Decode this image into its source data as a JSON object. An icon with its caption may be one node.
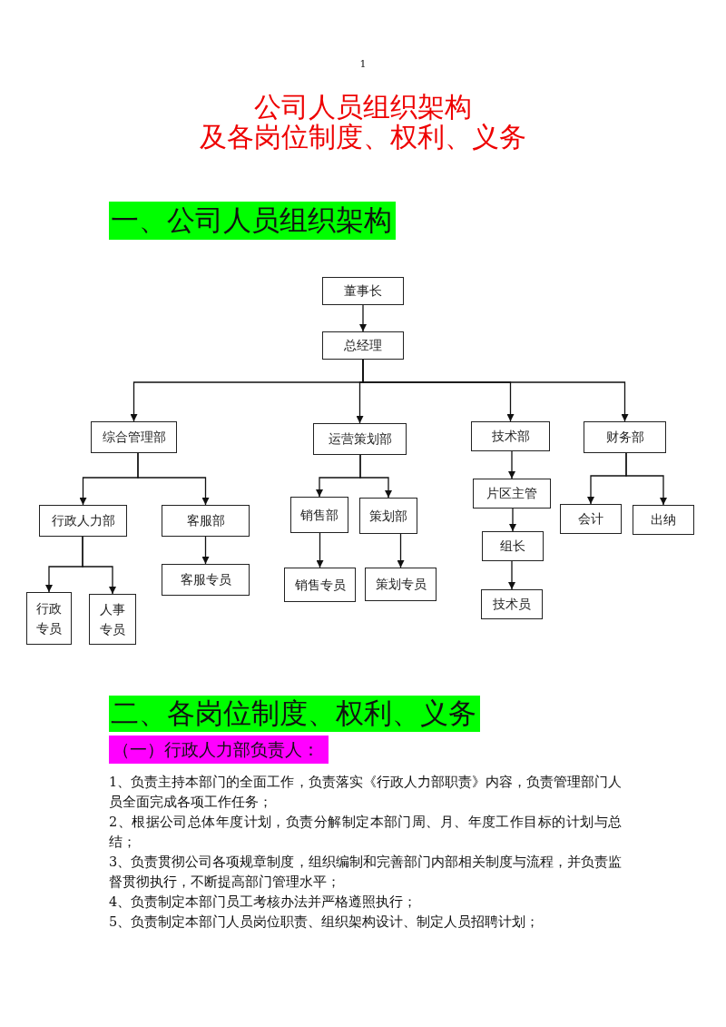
{
  "diagram": {
    "title": "公司人员组织架构",
    "nodes": [
      {
        "text": [
          "董事长"
        ]
      },
      {
        "text": [
          "总经理"
        ]
      },
      {
        "text": [
          "综合管理部"
        ]
      },
      {
        "text": [
          "运营策划部"
        ]
      },
      {
        "text": [
          "技术部"
        ]
      },
      {
        "text": [
          "财务部"
        ]
      },
      {
        "text": [
          "行政人力部"
        ]
      },
      {
        "text": [
          "客服部"
        ]
      },
      {
        "text": [
          "销售部"
        ]
      },
      {
        "text": [
          "策划部"
        ]
      },
      {
        "text": [
          "片区主管"
        ]
      },
      {
        "text": [
          "会计"
        ]
      },
      {
        "text": [
          "出纳"
        ]
      },
      {
        "text": [
          "客服专员"
        ]
      },
      {
        "text": [
          "销售专员"
        ]
      },
      {
        "text": [
          "策划专员"
        ]
      },
      {
        "text": [
          "组长"
        ]
      },
      {
        "text": [
          "行政专员"
        ]
      },
      {
        "text": [
          "人事专员"
        ]
      },
      {
        "text": [
          "技术员"
        ]
      }
    ],
    "edges": [
      {
        "from": 0,
        "to": 1,
        "arrow": "to"
      },
      {
        "from": 1,
        "to": 2,
        "arrow": "to"
      },
      {
        "from": 1,
        "to": 3,
        "arrow": "to"
      },
      {
        "from": 1,
        "to": 4,
        "arrow": "to"
      },
      {
        "from": 1,
        "to": 5,
        "arrow": "to"
      },
      {
        "from": 2,
        "to": 6,
        "arrow": "to"
      },
      {
        "from": 2,
        "to": 7,
        "arrow": "to"
      },
      {
        "from": 3,
        "to": 8,
        "arrow": "to"
      },
      {
        "from": 3,
        "to": 9,
        "arrow": "to"
      },
      {
        "from": 4,
        "to": 10,
        "arrow": "to"
      },
      {
        "from": 5,
        "to": 11,
        "arrow": "to"
      },
      {
        "from": 5,
        "to": 12,
        "arrow": "to"
      },
      {
        "from": 6,
        "to": 17,
        "arrow": "to"
      },
      {
        "from": 6,
        "to": 18,
        "arrow": "to"
      },
      {
        "from": 7,
        "to": 13,
        "arrow": "to"
      },
      {
        "from": 8,
        "to": 14,
        "arrow": "to"
      },
      {
        "from": 9,
        "to": 15,
        "arrow": "to"
      },
      {
        "from": 10,
        "to": 16,
        "arrow": "to"
      },
      {
        "from": 16,
        "to": 19,
        "arrow": "to"
      }
    ],
    "labels": [
      "1",
      "及各岗位制度、权利、义务",
      "一、公司人员组织架构",
      "二、各岗位制度、权利、义务",
      "（一）行政人力部负责人：",
      "1、负责主持本部门的全面工作，负责落实《行政人力部职责》内容，负责管理部门人员全面完成各项工作任务；",
      "2、根据公司总体年度计划，负责分解制定本部门周、月、年度工作目标的计划与总结；",
      "3、负责贯彻公司各项规章制度，组织编制和完善部门内部相关制度与流程，并负责监督贯彻执行，不断提高部门管理水平；",
      "4、负责制定本部门员工考核办法并严格遵照执行；",
      "5、负责制定本部门人员岗位职责、组织架构设计、制定人员招聘计划；"
    ]
  }
}
